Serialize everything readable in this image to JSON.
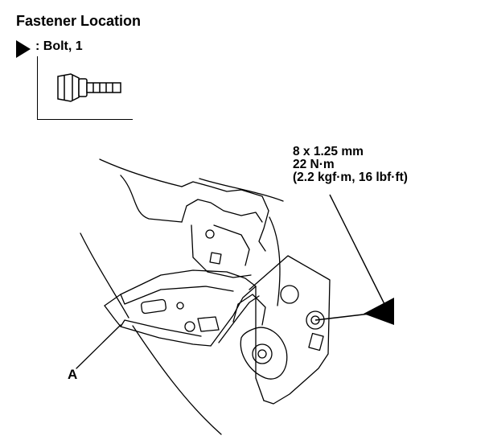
{
  "title": "Fastener Location",
  "legend": {
    "label": ": Bolt, 1"
  },
  "specs": {
    "line1": "8 x 1.25 mm",
    "line2": "22 N·m",
    "line3": "(2.2 kgf·m, 16 lbf·ft)"
  },
  "callout": "A",
  "icons": [
    "bolt-marker-icon",
    "bolt-icon"
  ]
}
